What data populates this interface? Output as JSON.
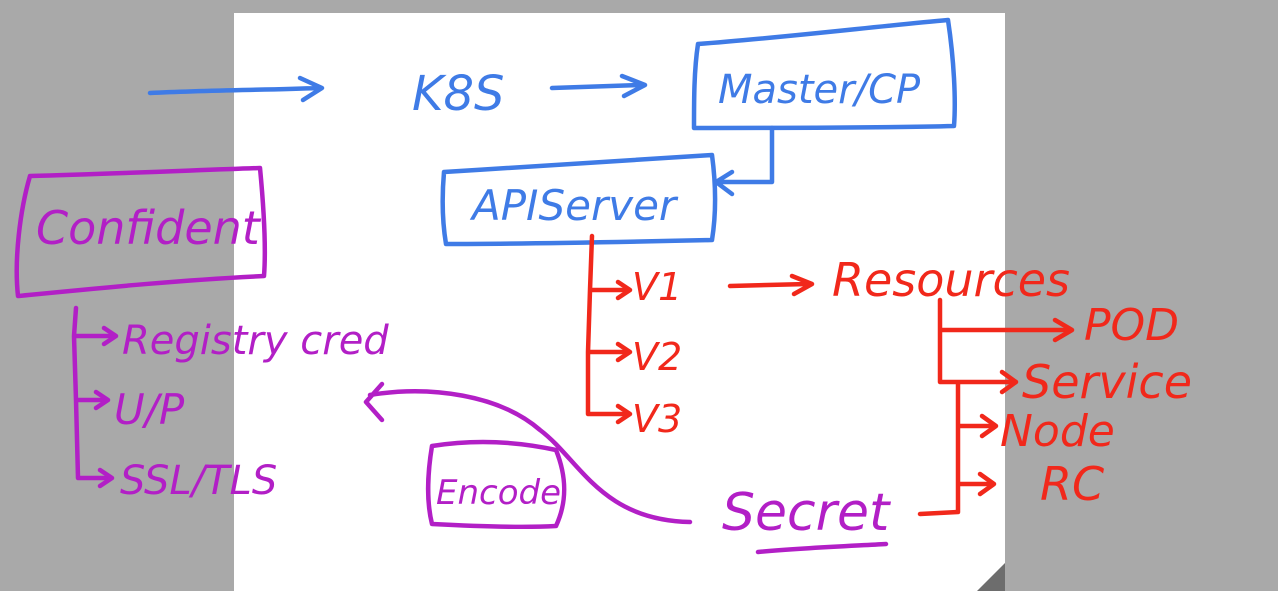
{
  "colors": {
    "background": "#a9a9a9",
    "board": "#ffffff",
    "blue": "#3f7be6",
    "purple": "#b21fc6",
    "red": "#f1281b"
  },
  "blue_notes": {
    "k8s": "K8S",
    "master": "Master/CP",
    "api_server": "APIServer"
  },
  "purple_notes": {
    "confidant": "Confident",
    "items": [
      "Registry cred",
      "U/P",
      "SSL/TLS"
    ],
    "encode": "Encode"
  },
  "red_notes": {
    "versions": [
      "V1",
      "V2",
      "V3"
    ],
    "resources": "Resources",
    "resource_items": [
      "POD",
      "Service",
      "Node",
      "RC"
    ]
  },
  "secret": "Secret"
}
